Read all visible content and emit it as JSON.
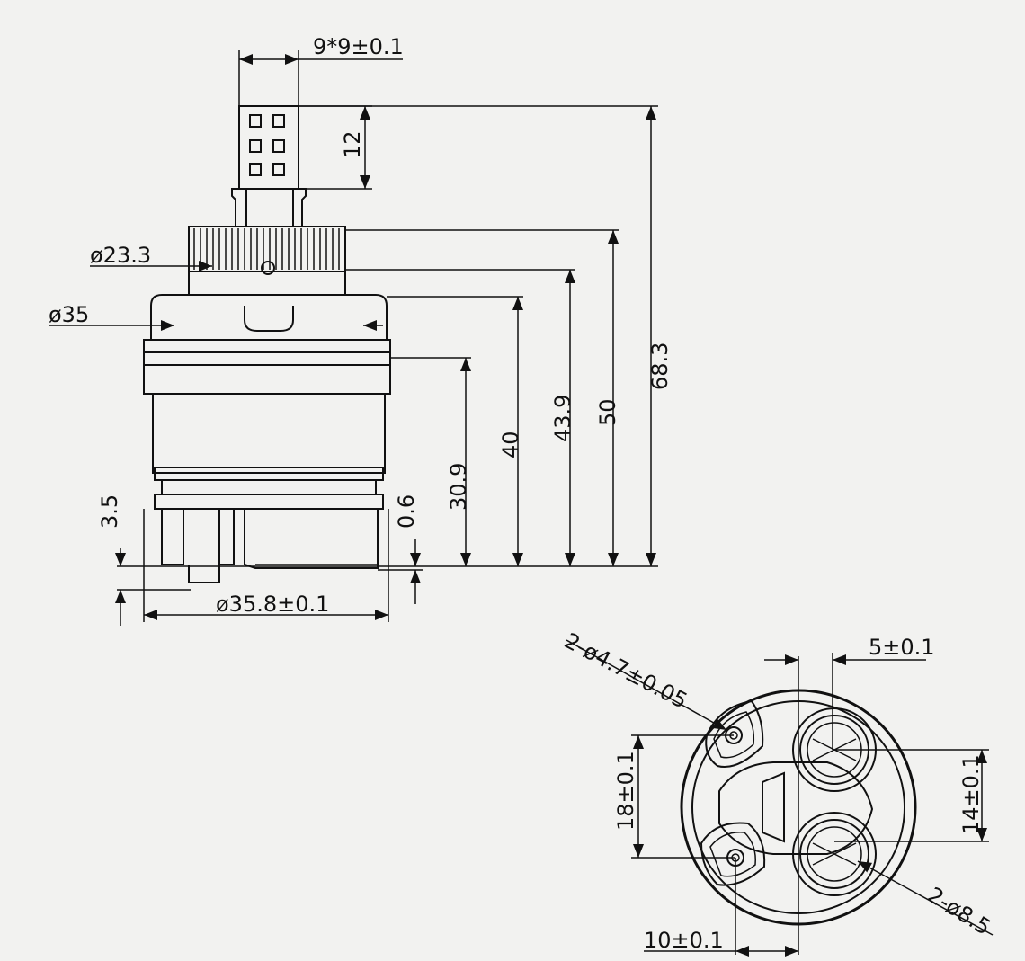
{
  "dimensions": {
    "stem": "9*9±0.1",
    "stem_height": "12",
    "ring_dia": "ø23.3",
    "top_dia": "ø35",
    "bottom_dia": "ø35.8±0.1",
    "d_30_9": "30.9",
    "d_40": "40",
    "d_43_9": "43.9",
    "d_50": "50",
    "d_68_3": "68.3",
    "d_3_5": "3.5",
    "d_0_6": "0.6",
    "holes_small": "2-ø4.7±0.05",
    "d_5": "5±0.1",
    "d_18": "18±0.1",
    "d_14": "14±0.1",
    "holes_large": "2-ø8.5",
    "d_10": "10±0.1"
  }
}
